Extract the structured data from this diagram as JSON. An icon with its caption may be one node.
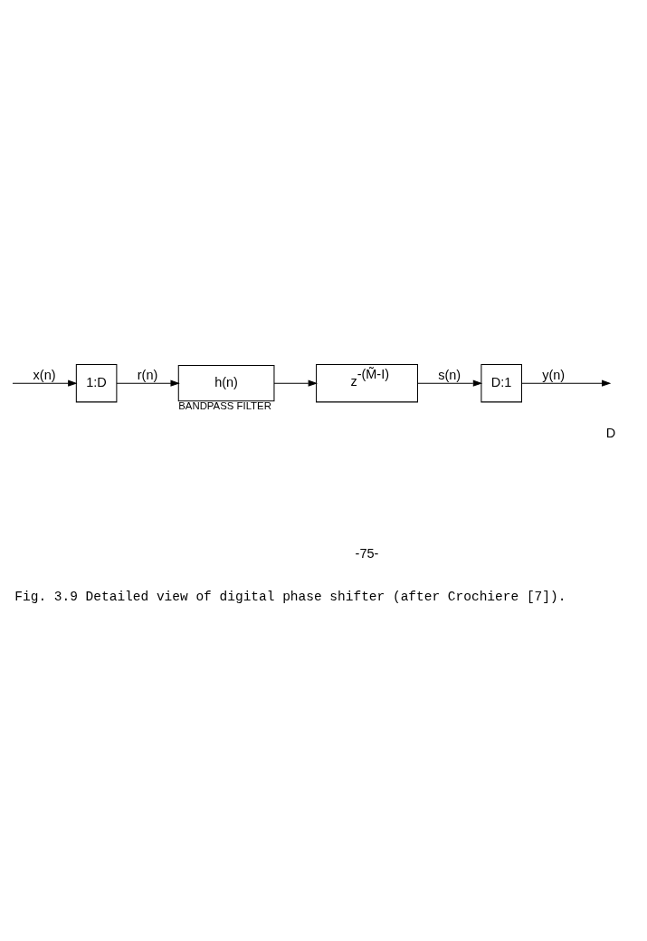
{
  "diagram": {
    "caption": "Fig. 3.9 Detailed view of digital phase shifter (after Crochiere [7]).",
    "nodes": [
      {
        "text": [
          "1:D"
        ]
      },
      {
        "text": [
          "h(n)"
        ],
        "beside": [
          "BANDPASS FILTER"
        ]
      },
      {
        "text": [
          "z$^{-(M̃-I)}$"
        ]
      },
      {
        "text": [
          "D:1"
        ]
      }
    ],
    "edges": [
      {
        "from": null,
        "to": 0,
        "arrow": "to",
        "label": "x(n)"
      },
      {
        "from": 0,
        "to": 1,
        "arrow": "to",
        "label": "r(n)"
      },
      {
        "from": 1,
        "to": 2,
        "arrow": "to"
      },
      {
        "from": 2,
        "to": 3,
        "arrow": "to",
        "label": "s(n)"
      },
      {
        "from": 3,
        "to": null,
        "arrow": "to",
        "label": "y(n)"
      }
    ],
    "labels": [
      "D",
      "-75-"
    ]
  }
}
